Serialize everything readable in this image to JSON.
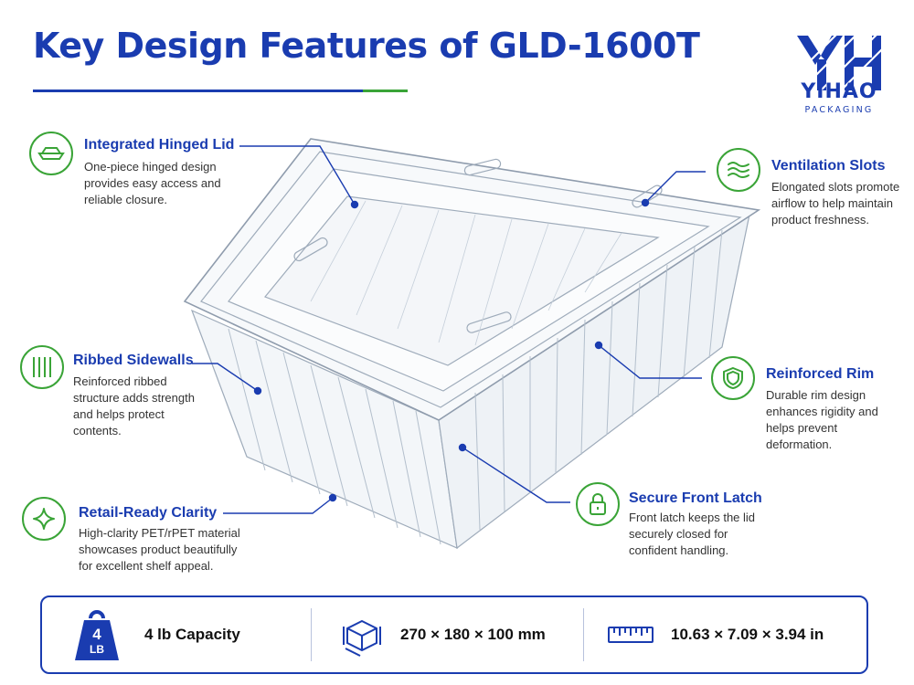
{
  "title": "Key Design Features of GLD-1600T",
  "brand": {
    "name": "YIHAO",
    "sub": "PACKAGING",
    "color": "#1a3cb0"
  },
  "colors": {
    "primary_blue": "#1a3cb0",
    "accent_green": "#3aa437"
  },
  "features": [
    {
      "title": "Integrated Hinged Lid",
      "description": "One-piece hinged design provides easy access and reliable closure.",
      "icon": "hinged-lid-icon"
    },
    {
      "title": "Ventilation Slots",
      "description": "Elongated slots promote airflow to help maintain product freshness.",
      "icon": "airflow-icon"
    },
    {
      "title": "Ribbed Sidewalls",
      "description": "Reinforced ribbed structure adds strength and helps protect contents.",
      "icon": "ribs-icon"
    },
    {
      "title": "Reinforced Rim",
      "description": "Durable rim design enhances rigidity and helps prevent deformation.",
      "icon": "shield-icon"
    },
    {
      "title": "Retail-Ready Clarity",
      "description": "High-clarity PET/rPET material showcases product beautifully for excellent shelf appeal.",
      "icon": "sparkle-icon"
    },
    {
      "title": "Secure Front Latch",
      "description": "Front latch keeps the lid securely closed for confident handling.",
      "icon": "lock-icon"
    }
  ],
  "specs": {
    "capacity": {
      "icon_text": "4",
      "icon_unit": "LB",
      "label": "4 lb Capacity",
      "icon": "weight-icon"
    },
    "metric": {
      "label": "270 × 180 × 100 mm",
      "icon": "box-dimensions-icon"
    },
    "imperial": {
      "label": "10.63 × 7.09 × 3.94 in",
      "icon": "ruler-icon"
    }
  }
}
